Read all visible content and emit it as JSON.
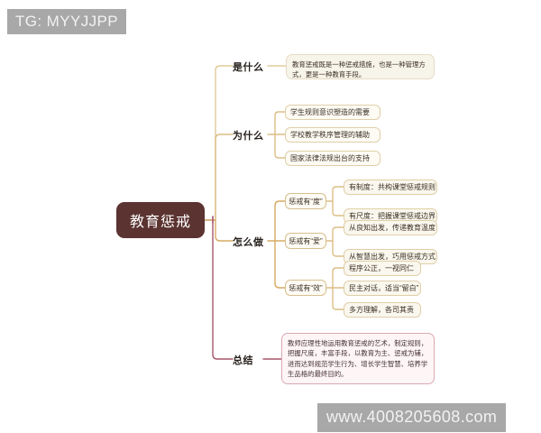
{
  "watermarks": {
    "top": "TG: MYYJJPP",
    "bottom": "www.4008205608.com"
  },
  "colors": {
    "root_fill": "#5b3331",
    "root_text": "#ffffff",
    "gold_line": "#d6b474",
    "mauve_line": "#a8566c",
    "box_border": "#e0cfa8",
    "summary_border": "#d9a9b4",
    "background": "#ffffff",
    "watermark_bg": "#a8a8a8"
  },
  "mindmap": {
    "root": "教育惩戒",
    "branches": [
      {
        "label": "是什么",
        "line_color": "#e2cb9a",
        "content": "教育惩戒既是一种惩戒措施，也是一种管理方式，更是一种教育手段。"
      },
      {
        "label": "为什么",
        "line_color": "#dcbe86",
        "items": [
          "学生规则意识塑造的需要",
          "学校教学秩序管理的辅助",
          "国家法律法规出台的支持"
        ]
      },
      {
        "label": "怎么做",
        "line_color": "#d6ab63",
        "groups": [
          {
            "label": "惩戒有“度”",
            "items": [
              "有制度：共构课堂惩戒规则",
              "有尺度：把握课堂惩戒边界"
            ]
          },
          {
            "label": "惩戒有“爱”",
            "items": [
              "从良知出发，传递教育温度",
              "从智慧出发，巧用惩戒方式"
            ]
          },
          {
            "label": "惩戒有“效”",
            "items": [
              "程序公正，一视同仁",
              "民主对话，适当“留白”",
              "多方理解，各司其责"
            ]
          }
        ]
      },
      {
        "label": "总结",
        "line_color": "#a8566c",
        "content": "教师应理性地运用教育惩戒的艺术，制定规则，把握尺度，丰富手段，以教育为主、惩戒为辅，进而达到规范学生行为、增长学生智慧、培养学生品格的最终目的。"
      }
    ]
  }
}
